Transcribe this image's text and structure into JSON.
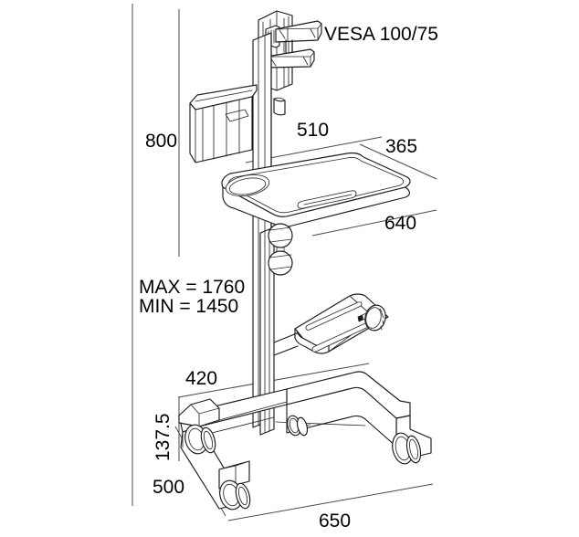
{
  "drawing": {
    "title": "Sit-stand mobile workstation cart technical dimension drawing",
    "units": "mm",
    "line_color": "#1a1a1a",
    "text_color": "#000000",
    "background_color": "#ffffff",
    "annotations": {
      "vesa": "VESA 100/75",
      "height_worktop": "800",
      "column_to_worktop": "510",
      "worktop_depth": "365",
      "worktop_width": "640",
      "max_height": "MAX = 1760",
      "min_height": "MIN = 1450",
      "base_inner": "420",
      "base_height": "137.5",
      "base_depth": "500",
      "base_width": "650"
    },
    "parts": {
      "vesa_bracket": "vesa-monitor-bracket",
      "column": "vertical-column",
      "basket": "storage-basket",
      "worktop": "work-surface",
      "cup_holder": "cup-holder-recess",
      "handle_slot": "handle-slot",
      "height_knobs": "height-adjust-knobs",
      "keyboard_tray": "keyboard-tray",
      "tray_knob": "tray-tilt-knob",
      "base": "wheeled-base",
      "casters": "caster-wheels"
    }
  }
}
